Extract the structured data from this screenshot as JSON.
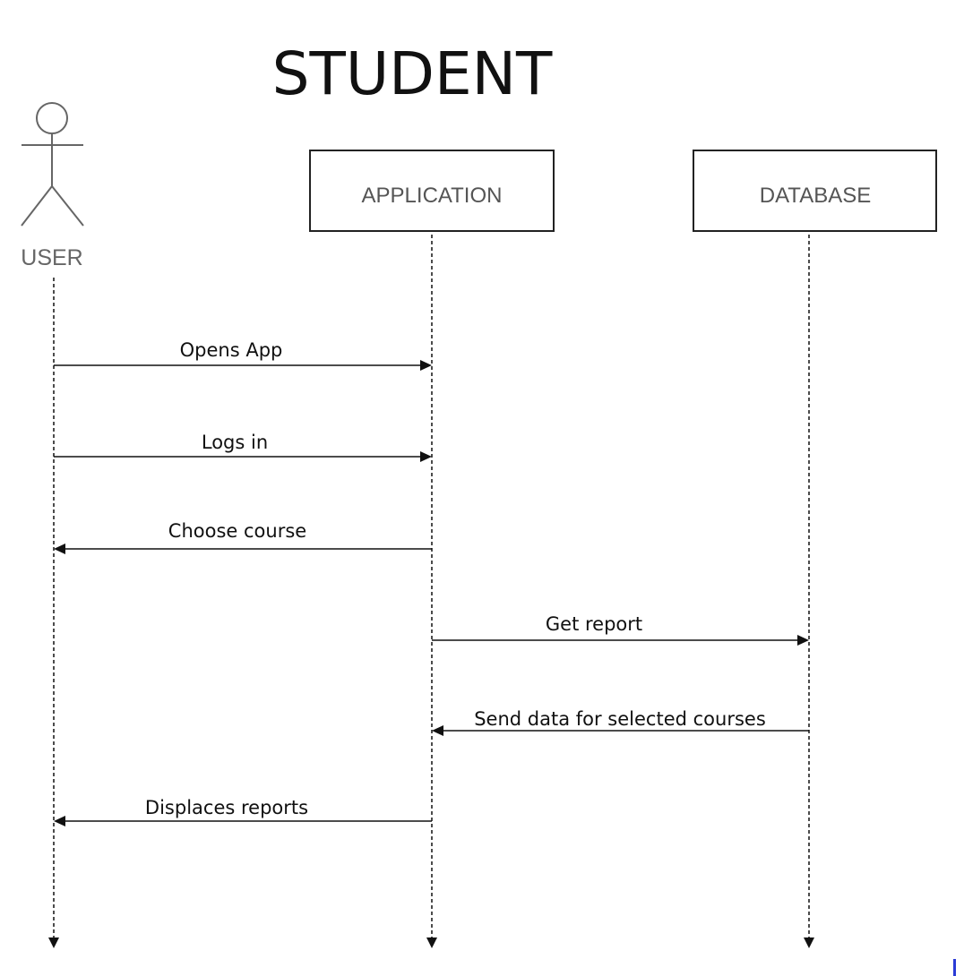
{
  "title": "STUDENT",
  "actor": {
    "label": "USER",
    "icon": "stick-figure-icon"
  },
  "participants": [
    {
      "id": "application",
      "label": "APPLICATION"
    },
    {
      "id": "database",
      "label": "DATABASE"
    }
  ],
  "messages": [
    {
      "label": "Opens App",
      "from": "user",
      "to": "application"
    },
    {
      "label": "Logs in",
      "from": "user",
      "to": "application"
    },
    {
      "label": "Choose course",
      "from": "application",
      "to": "user"
    },
    {
      "label": "Get report",
      "from": "application",
      "to": "database"
    },
    {
      "label": "Send data for selected courses",
      "from": "database",
      "to": "application"
    },
    {
      "label": "Displaces reports",
      "from": "application",
      "to": "user"
    }
  ],
  "colors": {
    "line": "#111111",
    "box_text": "#555555",
    "actor": "#666666",
    "corner_mark": "#2a3bd6"
  }
}
